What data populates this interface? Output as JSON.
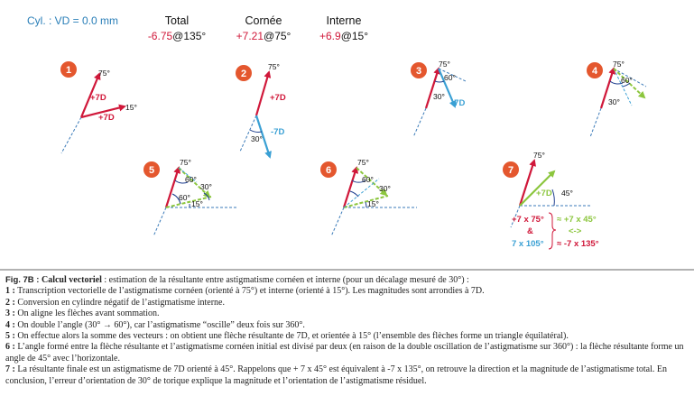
{
  "header": {
    "cyl_label": "Cyl. : VD = 0.0 mm",
    "columns": [
      {
        "title": "Total",
        "value": "-6.75",
        "axis": "@135°"
      },
      {
        "title": "Cornée",
        "value": "+7.21",
        "axis": "@75°"
      },
      {
        "title": "Interne",
        "value": "+6.9",
        "axis": "@15°"
      }
    ]
  },
  "diagram": {
    "step_numbers": [
      "1",
      "2",
      "3",
      "4",
      "5",
      "6",
      "7"
    ],
    "labels": {
      "a75": "75°",
      "a15": "15°",
      "a60": "60°",
      "a30": "30°",
      "a45": "45°",
      "p7d": "+7D",
      "m7d": "-7D"
    },
    "equation": {
      "left1": "+7 x 75°",
      "amp": "&",
      "left2": "7 x 105°",
      "right1": "≈ +7 x 45°",
      "arrows": "<->",
      "right2": "≈ -7 x 135°"
    },
    "colors": {
      "red": "#d0183a",
      "blue": "#3aa0d4",
      "green": "#8cc63e",
      "orange": "#e4572e",
      "dash": "#3a7ab8"
    }
  },
  "caption": {
    "fig_label": "Fig. 7B :",
    "fig_title": "Calcul vectoriel",
    "fig_text": " : estimation de la résultante entre astigmatisme cornéen et interne (pour un décalage mesuré de 30°) :",
    "items": [
      {
        "n": "1 :",
        "t": "Transcription vectorielle de l’astigmatisme cornéen (orienté à 75°) et interne (orienté à 15°). Les magnitudes sont arrondies à 7D."
      },
      {
        "n": "2 :",
        "t": "Conversion en cylindre négatif de l’astigmatisme interne."
      },
      {
        "n": "3 :",
        "t": "On aligne les flèches avant sommation."
      },
      {
        "n": "4 :",
        "t": "On double l’angle (30° → 60°), car l’astigmatisme “oscille” deux fois sur 360°."
      },
      {
        "n": "5 :",
        "t": "On effectue alors la somme des vecteurs : on obtient une flèche résultante de 7D, et orientée à 15° (l’ensemble des flèches forme un triangle équilatéral)."
      },
      {
        "n": "6 :",
        "t": "L’angle formé entre la flèche résultante et l’astigmatisme cornéen initial est divisé par deux (en raison de la double oscillation de l’astigmatisme sur 360°) : la flèche résultante forme un angle de 45° avec l’horizontale."
      },
      {
        "n": "7 :",
        "t": "La résultante finale est un astigmatisme de 7D orienté à 45°. Rappelons que + 7 x 45° est équivalent à -7 x 135°, on retrouve la direction et la magnitude de l’astigmatisme total. En conclusion, l’erreur d’orientation de 30° de torique explique la magnitude et l’orientation de l’astigmatisme résiduel."
      }
    ]
  }
}
